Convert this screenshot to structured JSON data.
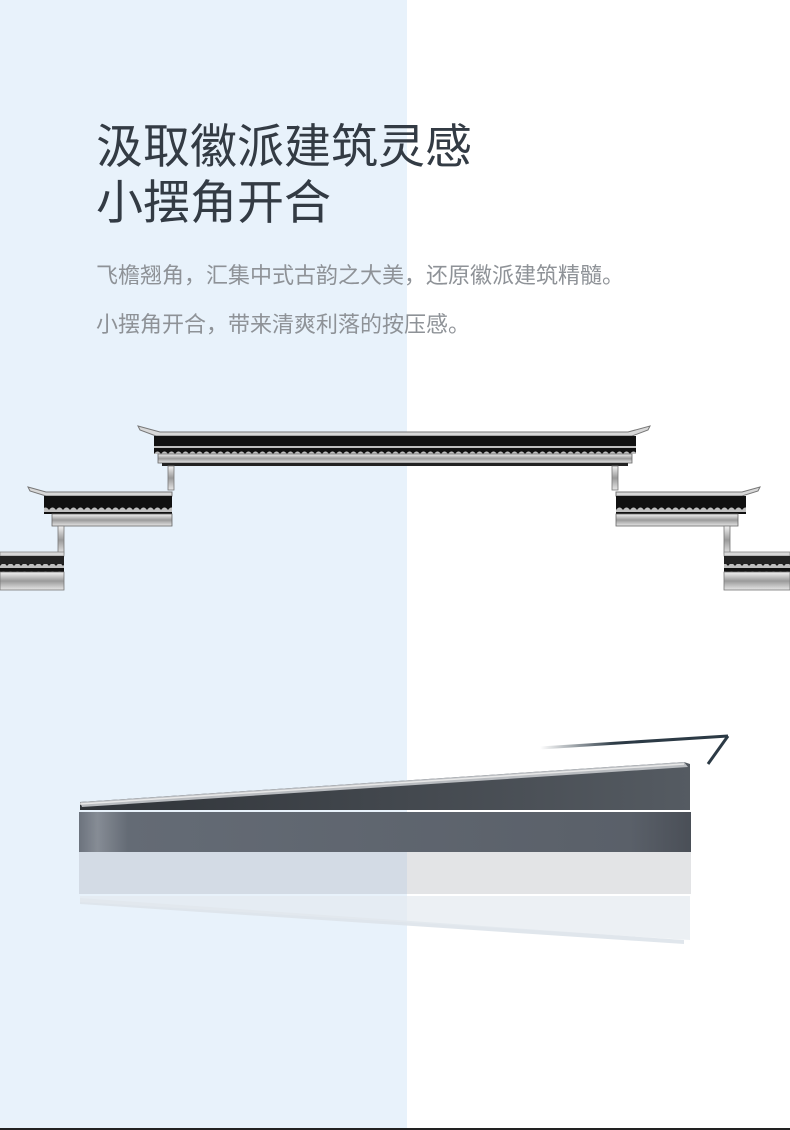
{
  "page": {
    "background_split_color": "#e8f2fb",
    "background_color": "#ffffff"
  },
  "heading": {
    "line1": "汲取徽派建筑灵感",
    "line2": "小摆角开合",
    "color": "#333b44"
  },
  "description": {
    "line1": "飞檐翘角，汇集中式古韵之大美，还原徽派建筑精髓。",
    "line2": "小摆角开合，带来清爽利落的按压感。",
    "color": "#8e9297"
  },
  "illustrations": {
    "roof": {
      "name": "hui-style-eave-roofline"
    },
    "switch": {
      "name": "switch-side-profile-with-reflection",
      "body_color": "#5f6670"
    }
  }
}
